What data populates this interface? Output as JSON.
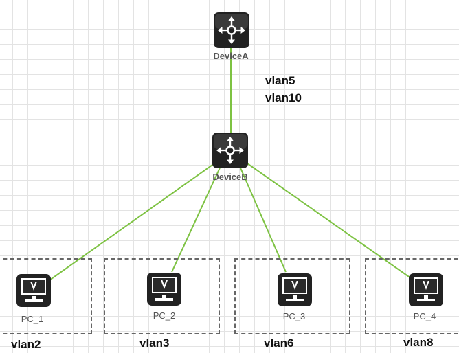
{
  "devices": {
    "device_a": {
      "label": "DeviceA",
      "icon": "switch-icon"
    },
    "device_b": {
      "label": "DeviceB",
      "icon": "switch-icon"
    }
  },
  "trunk_vlans": [
    "vlan5",
    "vlan10"
  ],
  "pcs": [
    {
      "label": "PC_1",
      "vlan": "vlan2",
      "icon": "monitor-icon"
    },
    {
      "label": "PC_2",
      "vlan": "vlan3",
      "icon": "monitor-icon"
    },
    {
      "label": "PC_3",
      "vlan": "vlan6",
      "icon": "monitor-icon"
    },
    {
      "label": "PC_4",
      "vlan": "vlan8",
      "icon": "monitor-icon"
    }
  ],
  "colors": {
    "link": "#7dc242",
    "device": "#222222",
    "grid": "#e3e3e3",
    "dashed_box": "#666666"
  }
}
